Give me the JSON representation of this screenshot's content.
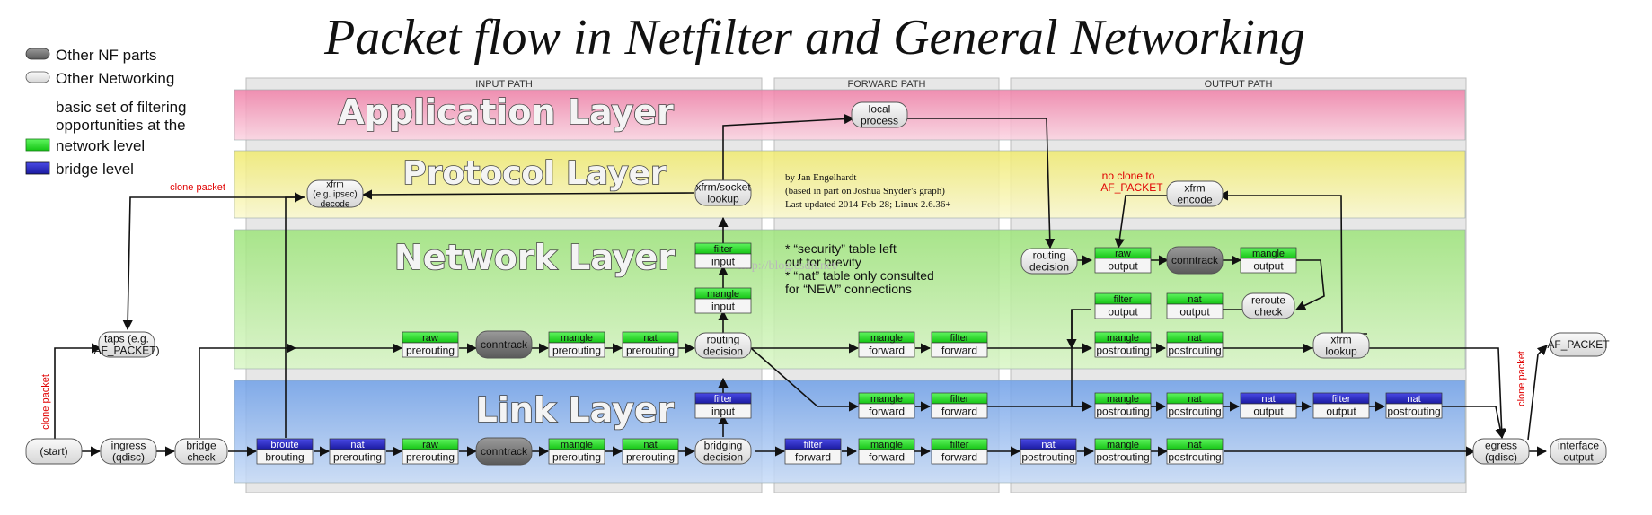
{
  "title": "Packet flow in Netfilter and General Networking",
  "legend": {
    "nf_parts": "Other NF parts",
    "networking": "Other Networking",
    "filtering_intro": [
      "basic set of filtering",
      "opportunities at the"
    ],
    "network_level": "network level",
    "bridge_level": "bridge level",
    "colors": {
      "nf_parts": "#6f6f6f",
      "networking": "#e8e8e8",
      "network_level": "#27d627",
      "bridge_level": "#1f1fb8"
    }
  },
  "paths": {
    "input": "INPUT PATH",
    "forward": "FORWARD PATH",
    "output": "OUTPUT PATH"
  },
  "layers": {
    "application": "Application Layer",
    "protocol": "Protocol Layer",
    "network": "Network Layer",
    "link": "Link Layer",
    "colors": {
      "application": "#f5a9c1",
      "protocol": "#f6f3a0",
      "network": "#b9ec9b",
      "link": "#8fb4ee"
    }
  },
  "credits": [
    "by Jan Engelhardt",
    "(based in part on Joshua Snyder's graph)",
    "Last updated 2014-Feb-28; Linux 2.6.36+"
  ],
  "notes": [
    "* “security” table left",
    "  out for brevity",
    "* “nat” table only consulted",
    "  for “NEW” connections"
  ],
  "watermark": "http://blog.csdn.net/",
  "annotations": {
    "clone_top": "clone packet",
    "clone_left": "clone packet",
    "clone_right": "clone packet",
    "no_clone": [
      "no clone to",
      "AF_PACKET"
    ]
  },
  "nodes": {
    "start": [
      "(start)"
    ],
    "ingress": [
      "ingress",
      "(qdisc)"
    ],
    "bridge_check": [
      "bridge",
      "check"
    ],
    "taps": [
      "taps (e.g.",
      "AF_PACKET)"
    ],
    "xfrm_decode": [
      "xfrm",
      "(e.g. ipsec)",
      "decode"
    ],
    "xfrm_lookup_sock": [
      "xfrm/socket",
      "lookup"
    ],
    "local_process": [
      "local",
      "process"
    ],
    "routing_decision_in": [
      "routing",
      "decision"
    ],
    "bridging_decision": [
      "bridging",
      "decision"
    ],
    "conntrack_net": [
      "conntrack"
    ],
    "conntrack_link": [
      "conntrack"
    ],
    "conntrack_out": [
      "conntrack"
    ],
    "routing_decision_out": [
      "routing",
      "decision"
    ],
    "xfrm_encode": [
      "xfrm",
      "encode"
    ],
    "reroute_check": [
      "reroute",
      "check"
    ],
    "xfrm_lookup": [
      "xfrm",
      "lookup"
    ],
    "af_packet": [
      "AF_PACKET"
    ],
    "egress": [
      "egress",
      "(qdisc)"
    ],
    "interface_output": [
      "interface",
      "output"
    ]
  },
  "chains": {
    "raw_pre_net": [
      "raw",
      "prerouting"
    ],
    "mangle_pre_net": [
      "mangle",
      "prerouting"
    ],
    "nat_pre_net": [
      "nat",
      "prerouting"
    ],
    "mangle_input": [
      "mangle",
      "input"
    ],
    "filter_input": [
      "filter",
      "input"
    ],
    "mangle_fwd_net": [
      "mangle",
      "forward"
    ],
    "filter_fwd_net": [
      "filter",
      "forward"
    ],
    "raw_output": [
      "raw",
      "output"
    ],
    "mangle_output": [
      "mangle",
      "output"
    ],
    "filter_output": [
      "filter",
      "output"
    ],
    "nat_output": [
      "nat",
      "output"
    ],
    "mangle_post_net": [
      "mangle",
      "postrouting"
    ],
    "nat_post_net": [
      "nat",
      "postrouting"
    ],
    "broute": [
      "broute",
      "brouting"
    ],
    "nat_pre_link": [
      "nat",
      "prerouting"
    ],
    "raw_pre_link": [
      "raw",
      "prerouting"
    ],
    "mangle_pre_link": [
      "mangle",
      "prerouting"
    ],
    "nat_pre_link2": [
      "nat",
      "prerouting"
    ],
    "filter_input_br": [
      "filter",
      "input"
    ],
    "filter_fwd_br": [
      "filter",
      "forward"
    ],
    "mangle_fwd_link": [
      "mangle",
      "forward"
    ],
    "filter_fwd_link": [
      "filter",
      "forward"
    ],
    "nat_post_br": [
      "nat",
      "postrouting"
    ],
    "mangle_post_link": [
      "mangle",
      "postrouting"
    ],
    "nat_post_link": [
      "nat",
      "postrouting"
    ],
    "mangle_fwd_mid": [
      "mangle",
      "forward"
    ],
    "filter_fwd_mid": [
      "filter",
      "forward"
    ],
    "mangle_post_mid": [
      "mangle",
      "postrouting"
    ],
    "nat_post_mid": [
      "nat",
      "postrouting"
    ],
    "nat_output_br": [
      "nat",
      "output"
    ],
    "filter_output_br": [
      "filter",
      "output"
    ],
    "nat_post_br2": [
      "nat",
      "postrouting"
    ]
  }
}
